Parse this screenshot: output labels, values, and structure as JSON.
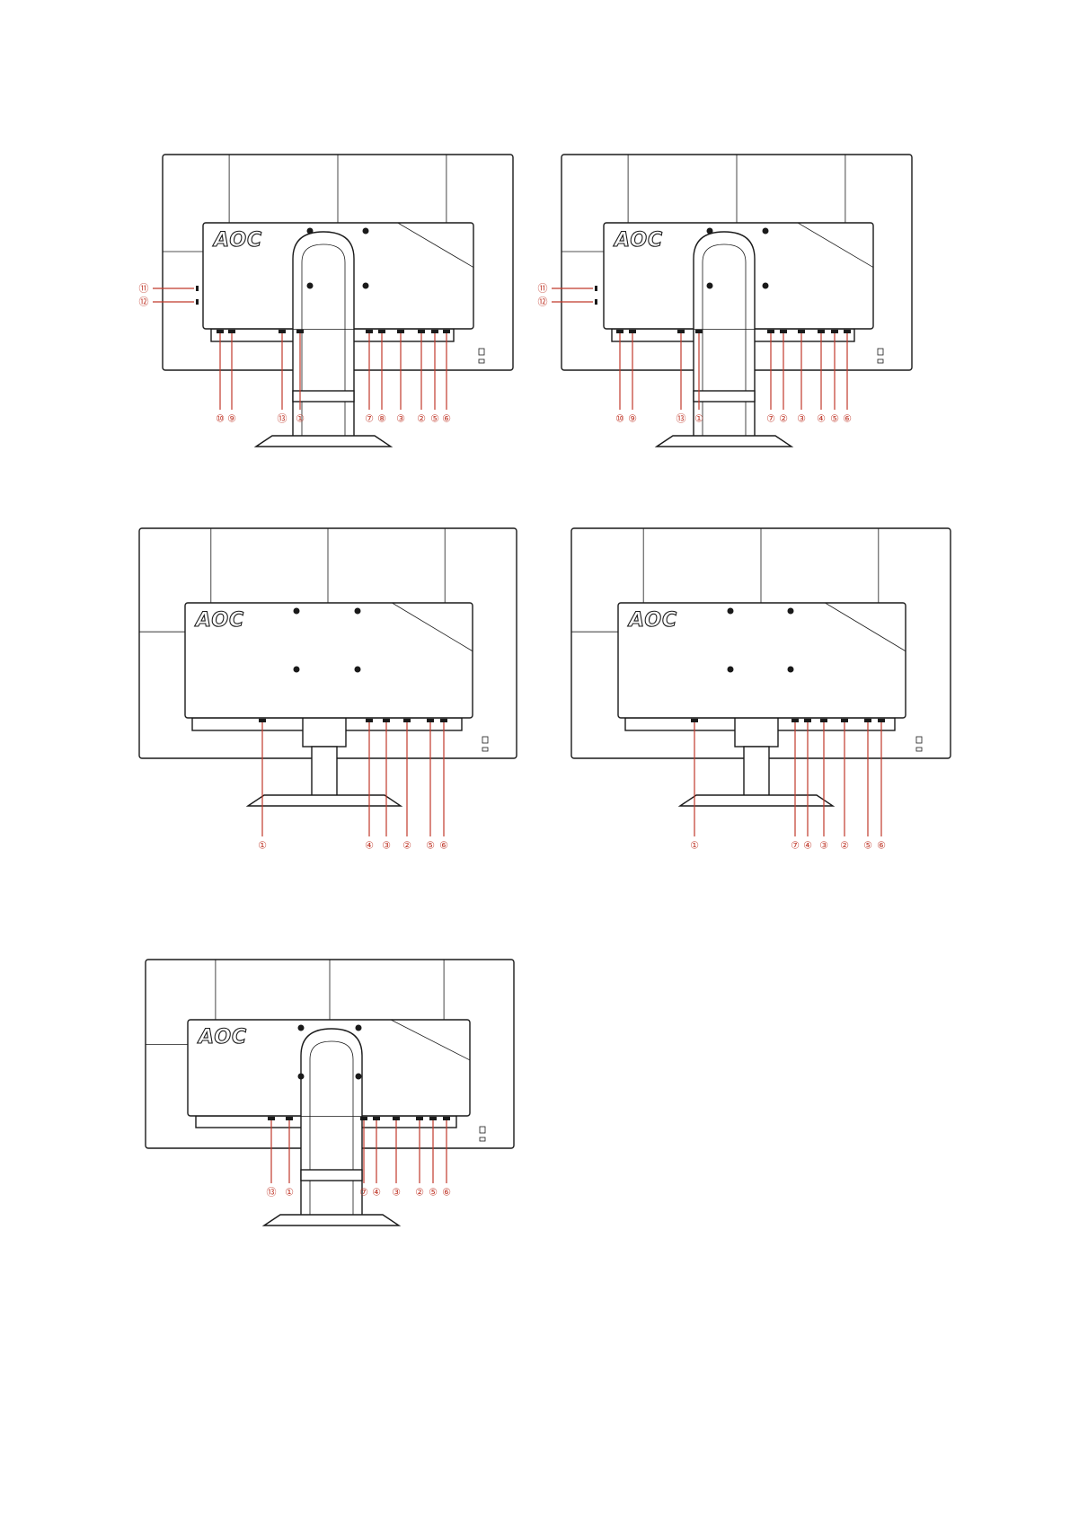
{
  "brand": "AOC",
  "colors": {
    "outline": "#1a1a1a",
    "callout": "#c0392b"
  },
  "diagrams": [
    {
      "id": "monitor-1",
      "side_labels": [
        "⑪",
        "⑫"
      ],
      "bottom_labels": [
        "⑩",
        "⑨",
        "⑬",
        "①",
        "⑦",
        "⑧",
        "③",
        "②",
        "⑤",
        "⑥"
      ]
    },
    {
      "id": "monitor-2",
      "side_labels": [
        "⑪",
        "⑫"
      ],
      "bottom_labels": [
        "⑩",
        "⑨",
        "⑬",
        "①",
        "⑦",
        "②",
        "③",
        "④",
        "⑤",
        "⑥"
      ]
    },
    {
      "id": "monitor-3",
      "side_labels": [],
      "bottom_labels": [
        "①",
        "④",
        "③",
        "②",
        "⑤",
        "⑥"
      ]
    },
    {
      "id": "monitor-4",
      "side_labels": [],
      "bottom_labels": [
        "①",
        "⑦",
        "④",
        "③",
        "②",
        "⑤",
        "⑥"
      ]
    },
    {
      "id": "monitor-5",
      "side_labels": [],
      "bottom_labels": [
        "⑬",
        "①",
        "⑦",
        "④",
        "③",
        "②",
        "⑤",
        "⑥"
      ]
    }
  ]
}
